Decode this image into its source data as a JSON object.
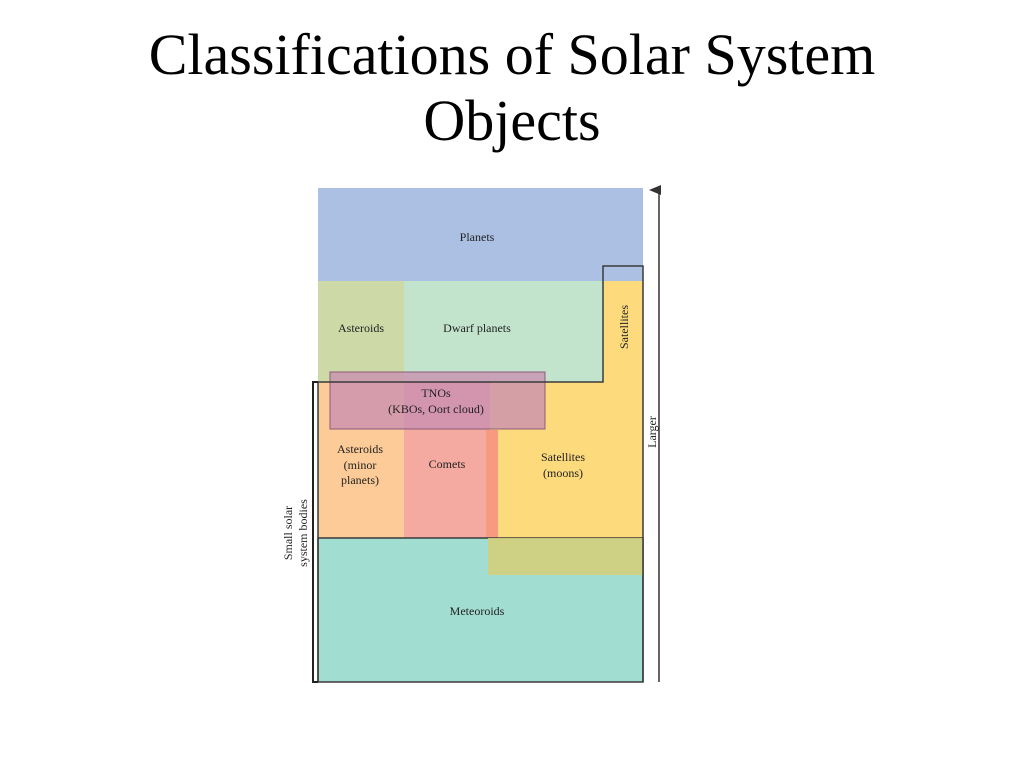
{
  "title": {
    "line1": "Classifications of Solar System",
    "line2": "Objects"
  },
  "diagram": {
    "regions": {
      "planets": "Planets",
      "satellites_upper": "Satellites",
      "asteroids_upper": "Asteroids",
      "dwarf_planets": "Dwarf planets",
      "tnos_line1": "TNOs",
      "tnos_line2": "(KBOs, Oort cloud)",
      "asteroids_minor_line1": "Asteroids",
      "asteroids_minor_line2": "(minor",
      "asteroids_minor_line3": "planets)",
      "comets": "Comets",
      "satellites_moons_line1": "Satellites",
      "satellites_moons_line2": "(moons)",
      "meteoroids": "Meteoroids"
    },
    "axis": {
      "larger_label": "Larger"
    },
    "bracket": {
      "line1": "Small solar",
      "line2": "system bodies"
    },
    "colors": {
      "planets": "#abc0e2",
      "satellites": "#fddb7c",
      "asteroids_upper": "#cddaa7",
      "dwarf_planets": "#c3e4cc",
      "tnos": "#c98fb1",
      "asteroids_minor": "#fccb98",
      "comets": "#f4aaa0",
      "comets_edge": "#f79a80",
      "satellite_overlap": "#dccc72",
      "meteoroids": "#a2ddd1"
    }
  }
}
